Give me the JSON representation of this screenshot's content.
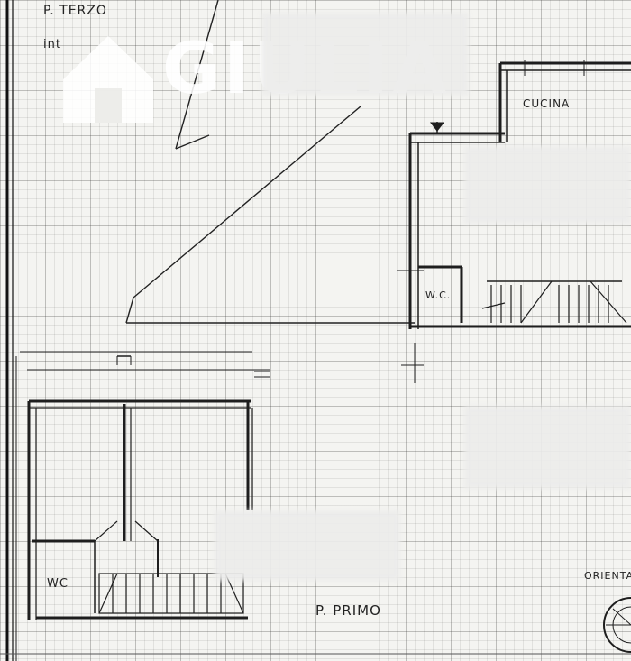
{
  "labels": {
    "top_floor": "P. TERZO",
    "top_floor_note": "int",
    "kitchen": "CUCINA",
    "wc_right": "W.C.",
    "wc_left": "WC",
    "first_floor": "P. PRIMO",
    "orientation": "ORIENTA"
  },
  "watermark": {
    "text": "GIULIA"
  },
  "colors": {
    "ink": "#1e1e1e",
    "paper": "#f4f4f1",
    "grid": "#8a8a8a"
  }
}
